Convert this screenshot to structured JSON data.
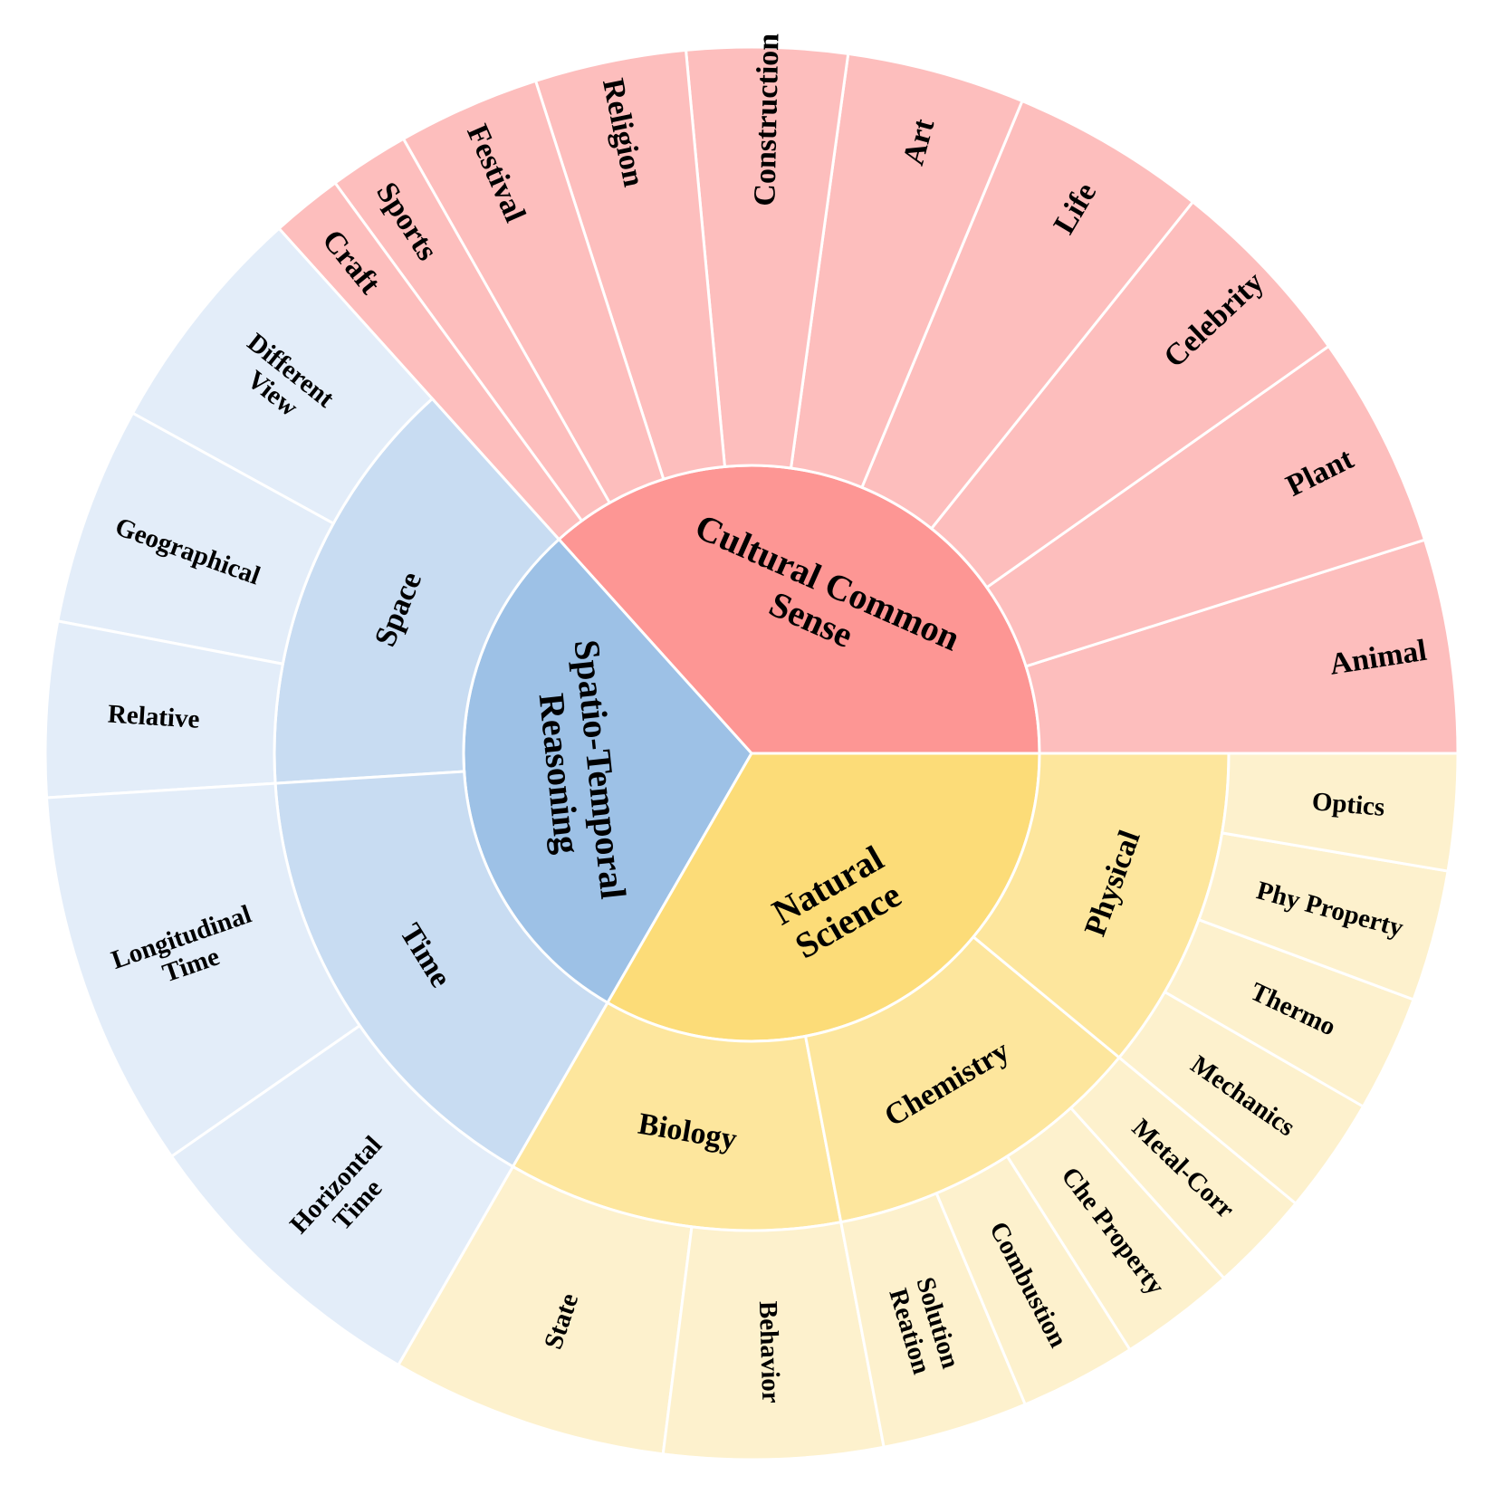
{
  "chart_data": {
    "type": "sunburst",
    "title": "",
    "colors": {
      "Cultural Common Sense": [
        "#fd9694",
        "#fdbebd",
        "#fdbebd"
      ],
      "Spatio-Temporal Reasoning": [
        "#9dc1e6",
        "#c8dcf2",
        "#e3edf9"
      ],
      "Natural Science": [
        "#fcdc78",
        "#fde69d",
        "#fdf1cd"
      ]
    },
    "categories": [
      {
        "name": "Cultural Common Sense",
        "label_lines": [
          "Cultural Common",
          "Sense"
        ],
        "value": 11,
        "children": [
          {
            "name": "Animal",
            "value": 1.2,
            "label_lines": [
              "Animal"
            ]
          },
          {
            "name": "Plant",
            "value": 1.2,
            "label_lines": [
              "Plant"
            ]
          },
          {
            "name": "Celebrity",
            "value": 1.1,
            "label_lines": [
              "Celebrity"
            ]
          },
          {
            "name": "Life",
            "value": 1.1,
            "label_lines": [
              "Life"
            ]
          },
          {
            "name": "Art",
            "value": 1.0,
            "label_lines": [
              "Art"
            ]
          },
          {
            "name": "Construction",
            "value": 0.9,
            "label_lines": [
              "Construction"
            ]
          },
          {
            "name": "Religion",
            "value": 0.85,
            "label_lines": [
              "Religion"
            ]
          },
          {
            "name": "Festival",
            "value": 0.8,
            "label_lines": [
              "Festival"
            ]
          },
          {
            "name": "Sports",
            "value": 0.45,
            "label_lines": [
              "Sports"
            ]
          },
          {
            "name": "Craft",
            "value": 0.4,
            "label_lines": [
              "Craft"
            ]
          }
        ]
      },
      {
        "name": "Spatio-Temporal Reasoning",
        "label_lines": [
          "Spatio-Temporal",
          "Reasoning"
        ],
        "value": 9,
        "children": [
          {
            "name": "Space",
            "value": 4.3,
            "label_lines": [
              "Space"
            ],
            "children": [
              {
                "name": "Different View",
                "value": 1.6,
                "label_lines": [
                  "Different",
                  "View"
                ]
              },
              {
                "name": "Geographical",
                "value": 1.5,
                "label_lines": [
                  "Geographical"
                ]
              },
              {
                "name": "Relative",
                "value": 1.2,
                "label_lines": [
                  "Relative"
                ]
              }
            ]
          },
          {
            "name": "Time",
            "value": 4.7,
            "label_lines": [
              "Time"
            ],
            "children": [
              {
                "name": "Longitudinal Time",
                "value": 2.6,
                "label_lines": [
                  "Longitudinal",
                  "Time"
                ]
              },
              {
                "name": "Horizontal Time",
                "value": 2.1,
                "label_lines": [
                  "Horizontal",
                  "Time"
                ]
              }
            ]
          }
        ]
      },
      {
        "name": "Natural Science",
        "label_lines": [
          "Natural",
          "Science"
        ],
        "value": 10,
        "children": [
          {
            "name": "Biology",
            "value": 3.4,
            "label_lines": [
              "Biology"
            ],
            "children": [
              {
                "name": "State",
                "value": 1.9,
                "label_lines": [
                  "State"
                ]
              },
              {
                "name": "Behavior",
                "value": 1.5,
                "label_lines": [
                  "Behavior"
                ]
              }
            ]
          },
          {
            "name": "Chemistry",
            "value": 3.3,
            "label_lines": [
              "Chemistry"
            ],
            "children": [
              {
                "name": "Solution Reation",
                "value": 1.0,
                "label_lines": [
                  "Solution",
                  "Reation"
                ]
              },
              {
                "name": "Combustion",
                "value": 0.8,
                "label_lines": [
                  "Combustion"
                ]
              },
              {
                "name": "Che Property",
                "value": 0.8,
                "label_lines": [
                  "Che Property"
                ]
              },
              {
                "name": "Metal-Corr",
                "value": 0.7,
                "label_lines": [
                  "Metal-Corr"
                ]
              }
            ]
          },
          {
            "name": "Physical",
            "value": 3.3,
            "label_lines": [
              "Physical"
            ],
            "children": [
              {
                "name": "Mechanics",
                "value": 0.8,
                "label_lines": [
                  "Mechanics"
                ]
              },
              {
                "name": "Thermo",
                "value": 0.8,
                "label_lines": [
                  "Thermo"
                ]
              },
              {
                "name": "Phy Property",
                "value": 0.9,
                "label_lines": [
                  "Phy Property"
                ]
              },
              {
                "name": "Optics",
                "value": 0.8,
                "label_lines": [
                  "Optics"
                ]
              }
            ]
          }
        ]
      }
    ]
  }
}
